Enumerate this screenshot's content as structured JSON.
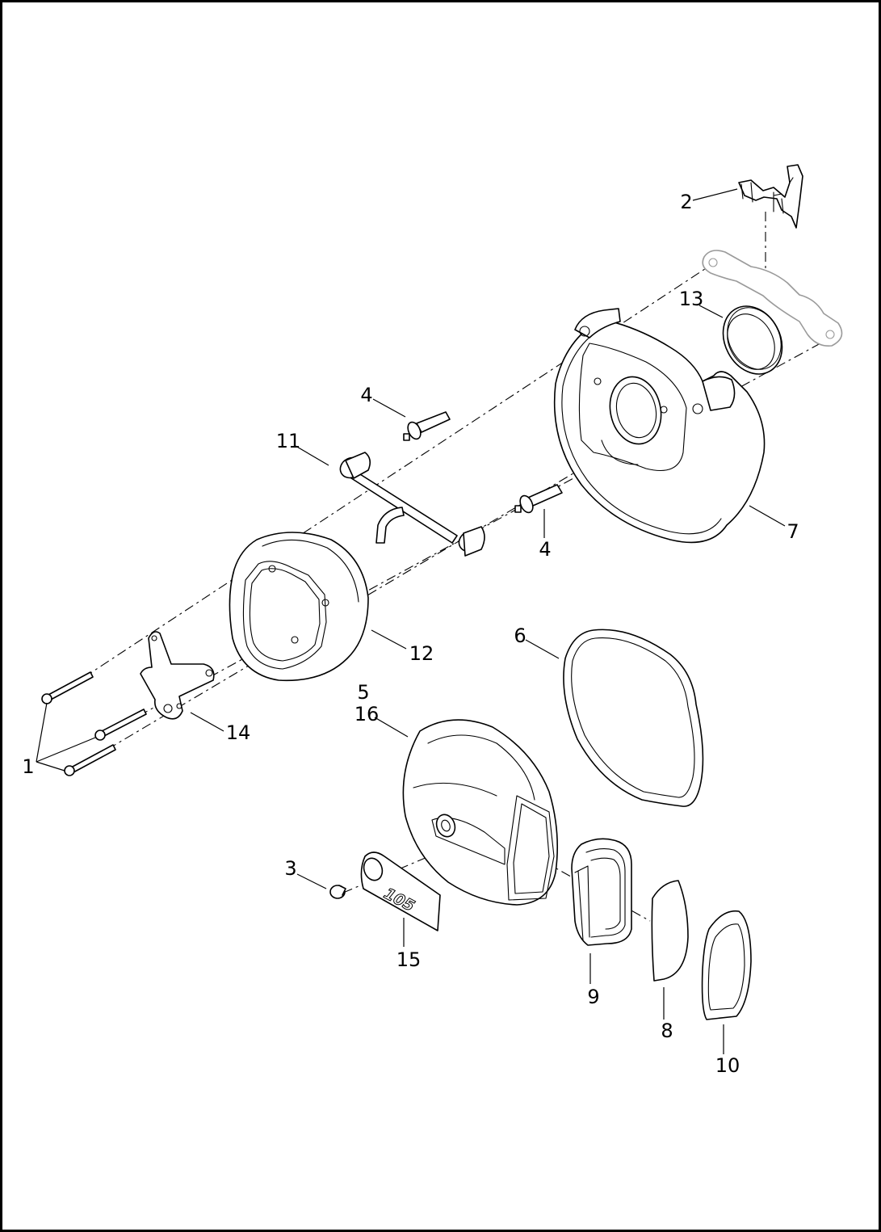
{
  "diagram": {
    "callouts": {
      "c1": "1",
      "c2": "2",
      "c3": "3",
      "c4a": "4",
      "c4b": "4",
      "c5": "5",
      "c6": "6",
      "c7": "7",
      "c8": "8",
      "c9": "9",
      "c10": "10",
      "c11": "11",
      "c12": "12",
      "c13": "13",
      "c14": "14",
      "c15": "15",
      "c16": "16"
    },
    "trim_plate_stamp": "105"
  }
}
